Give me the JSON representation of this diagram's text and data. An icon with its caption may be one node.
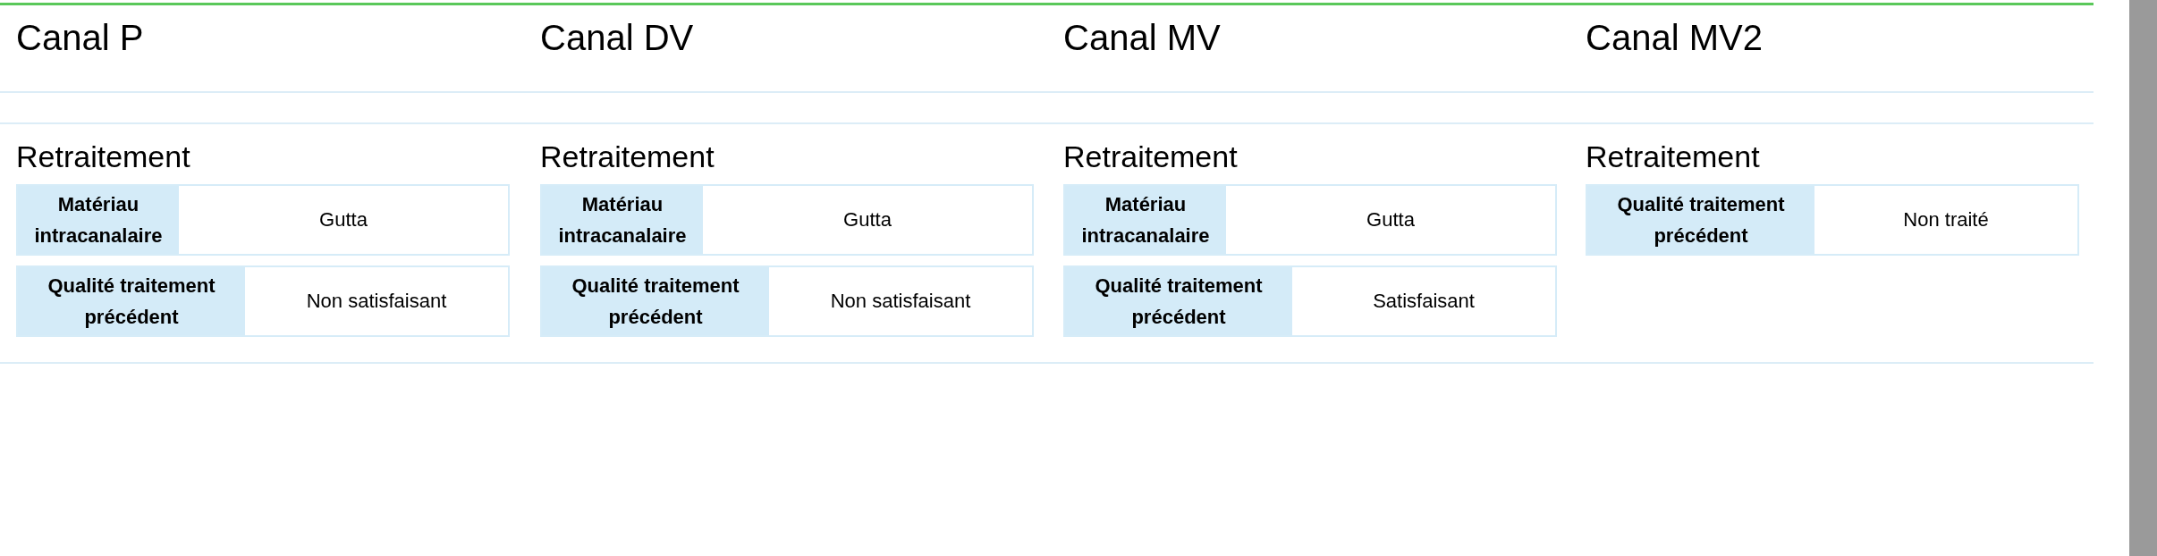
{
  "diagram": {
    "labels": [
      "Canal P",
      "Canal DV",
      "Canal MV",
      "Canal MV2",
      "Retraitement",
      "Matériau intracanalaire",
      "Gutta",
      "Qualité traitement précédent",
      "Non satisfaisant",
      "Retraitement",
      "Matériau intracanalaire",
      "Gutta",
      "Qualité traitement précédent",
      "Non satisfaisant",
      "Retraitement",
      "Matériau intracanalaire",
      "Gutta",
      "Qualité traitement précédent",
      "Satisfaisant",
      "Retraitement",
      "Qualité traitement précédent",
      "Non traité"
    ]
  }
}
